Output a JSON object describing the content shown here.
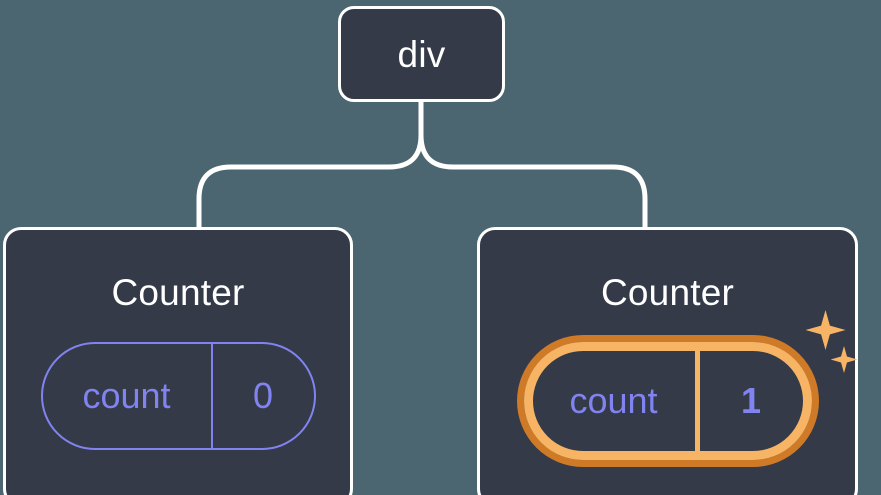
{
  "diagram": {
    "title": "React component tree with counter state",
    "background_color": "#4b6670",
    "node_fill_color": "#343a48",
    "node_border_color": "#ffffff",
    "state_color": "#8184f0",
    "highlight_inner_color": "#f7b465",
    "highlight_outer_color": "#cf7a26",
    "connector_color": "#ffffff"
  },
  "root": {
    "label": "div"
  },
  "children": [
    {
      "label": "Counter",
      "state": {
        "key": "count",
        "value": "0"
      },
      "highlighted": false
    },
    {
      "label": "Counter",
      "state": {
        "key": "count",
        "value": "1"
      },
      "highlighted": true,
      "sparkle_big": "sparkle-icon",
      "sparkle_small": "sparkle-icon"
    }
  ]
}
